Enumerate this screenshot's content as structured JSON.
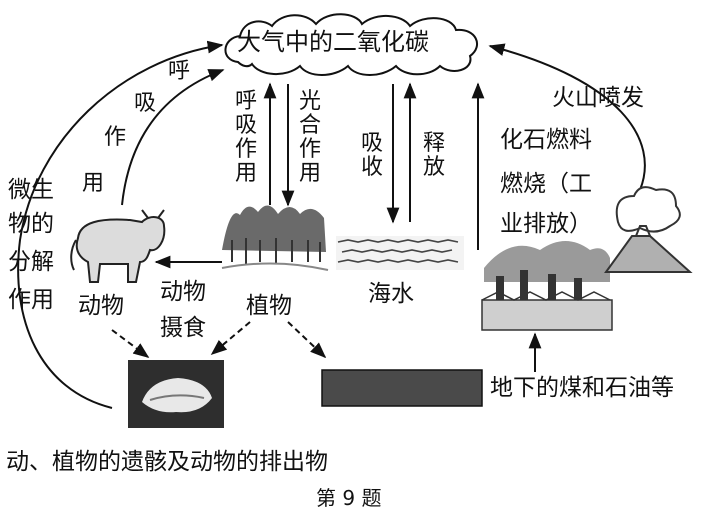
{
  "atmosphere": "大气中的二氧化碳",
  "labels": {
    "animal_resp_1": "呼",
    "animal_resp_2": "吸",
    "animal_resp_3": "作",
    "animal_resp_4": "用",
    "plant_resp": "呼吸作用",
    "photosynthesis": "光合作用",
    "ocean_absorb": "吸收",
    "ocean_release": "释放",
    "volcano": "火山喷发",
    "fossil_burn_1": "化石燃料",
    "fossil_burn_2": "燃烧（工",
    "fossil_burn_3": "业排放）",
    "microbe_1": "微生",
    "microbe_2": "物的",
    "microbe_3": "分解",
    "microbe_4": "作用",
    "animal": "动物",
    "animal_eat_1": "动物",
    "animal_eat_2": "摄食",
    "plant": "植物",
    "seawater": "海水",
    "underground": "地下的煤和石油等",
    "remains": "动、植物的遗骸及动物的排出物",
    "figure": "第 9 题"
  }
}
